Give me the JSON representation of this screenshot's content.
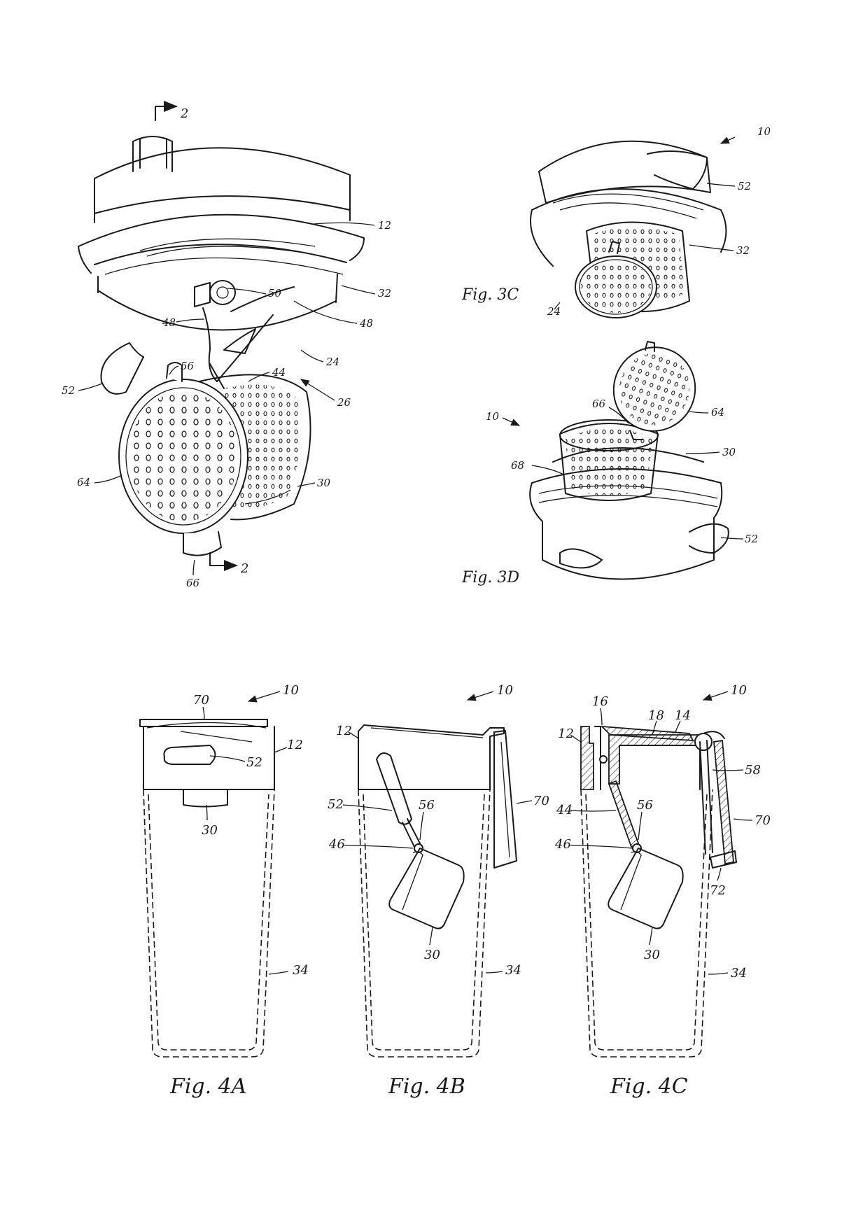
{
  "figures": {
    "fig2_section_mark_top": "2",
    "fig2_section_mark_bottom": "2",
    "fig3c_caption": "Fig.  3C",
    "fig3d_caption": "Fig.  3D",
    "fig4a_caption": "Fig.  4A",
    "fig4b_caption": "Fig.  4B",
    "fig4c_caption": "Fig.  4C"
  },
  "fig2_refs": {
    "r12": "12",
    "r50": "50",
    "r32": "32",
    "r48a": "48",
    "r48b": "48",
    "r24": "24",
    "r26": "26",
    "r56": "56",
    "r44": "44",
    "r52": "52",
    "r64": "64",
    "r30": "30",
    "r66": "66"
  },
  "fig3c_refs": {
    "r10": "10",
    "r52": "52",
    "r32": "32",
    "r24": "24"
  },
  "fig3d_refs": {
    "r10": "10",
    "r66": "66",
    "r64": "64",
    "r30": "30",
    "r68": "68",
    "r52": "52"
  },
  "fig4a_refs": {
    "r70": "70",
    "r10": "10",
    "r12": "12",
    "r52": "52",
    "r30": "30",
    "r34": "34"
  },
  "fig4b_refs": {
    "r10": "10",
    "r12": "12",
    "r70": "70",
    "r52": "52",
    "r56": "56",
    "r46": "46",
    "r30": "30",
    "r34": "34"
  },
  "fig4c_refs": {
    "r10": "10",
    "r16": "16",
    "r18": "18",
    "r14": "14",
    "r12": "12",
    "r58": "58",
    "r44": "44",
    "r56": "56",
    "r70": "70",
    "r46": "46",
    "r72": "72",
    "r30": "30",
    "r34": "34"
  }
}
